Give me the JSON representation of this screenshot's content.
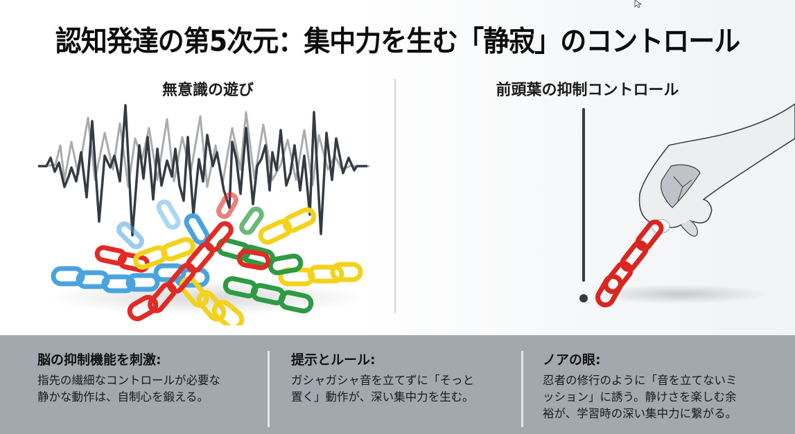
{
  "header": {
    "title": "認知発達の第5次元：集中力を生む「静寂」のコントロール"
  },
  "left_section": {
    "title": "無意識の遊び",
    "illustration": {
      "description": "noisy waveform above a tangled pile of colorful plastic chain links",
      "wave_colors": {
        "primary": "#343b44",
        "secondary": "#a9abad"
      },
      "chain_colors": [
        "#4aa3df",
        "#e02b26",
        "#f3d21c",
        "#2e9a43"
      ]
    }
  },
  "right_section": {
    "title": "前頭葉の抑制コントロール",
    "illustration": {
      "description": "hand gently lowering a single red chain beside a calm vertical line",
      "line_color": "#343b44",
      "chain_color": "#d92620"
    }
  },
  "info_panel": {
    "background": "#a2a8ae",
    "columns": [
      {
        "heading": "脳の抑制機能を刺激:",
        "lines": [
          "指先の繊細なコントロールが必要な",
          "静かな動作は、自制心を鍛える。"
        ]
      },
      {
        "heading": "提示とルール:",
        "lines": [
          "ガシャガシャ音を立てずに「そっと",
          "置く」動作が、深い集中力を生む。"
        ]
      },
      {
        "heading": "ノアの眼:",
        "lines": [
          "忍者の修行のように「音を立てないミ",
          "ッション」に誘う。静けさを楽しむ余",
          "裕が、学習時の深い集中力に繋がる。"
        ]
      }
    ]
  }
}
